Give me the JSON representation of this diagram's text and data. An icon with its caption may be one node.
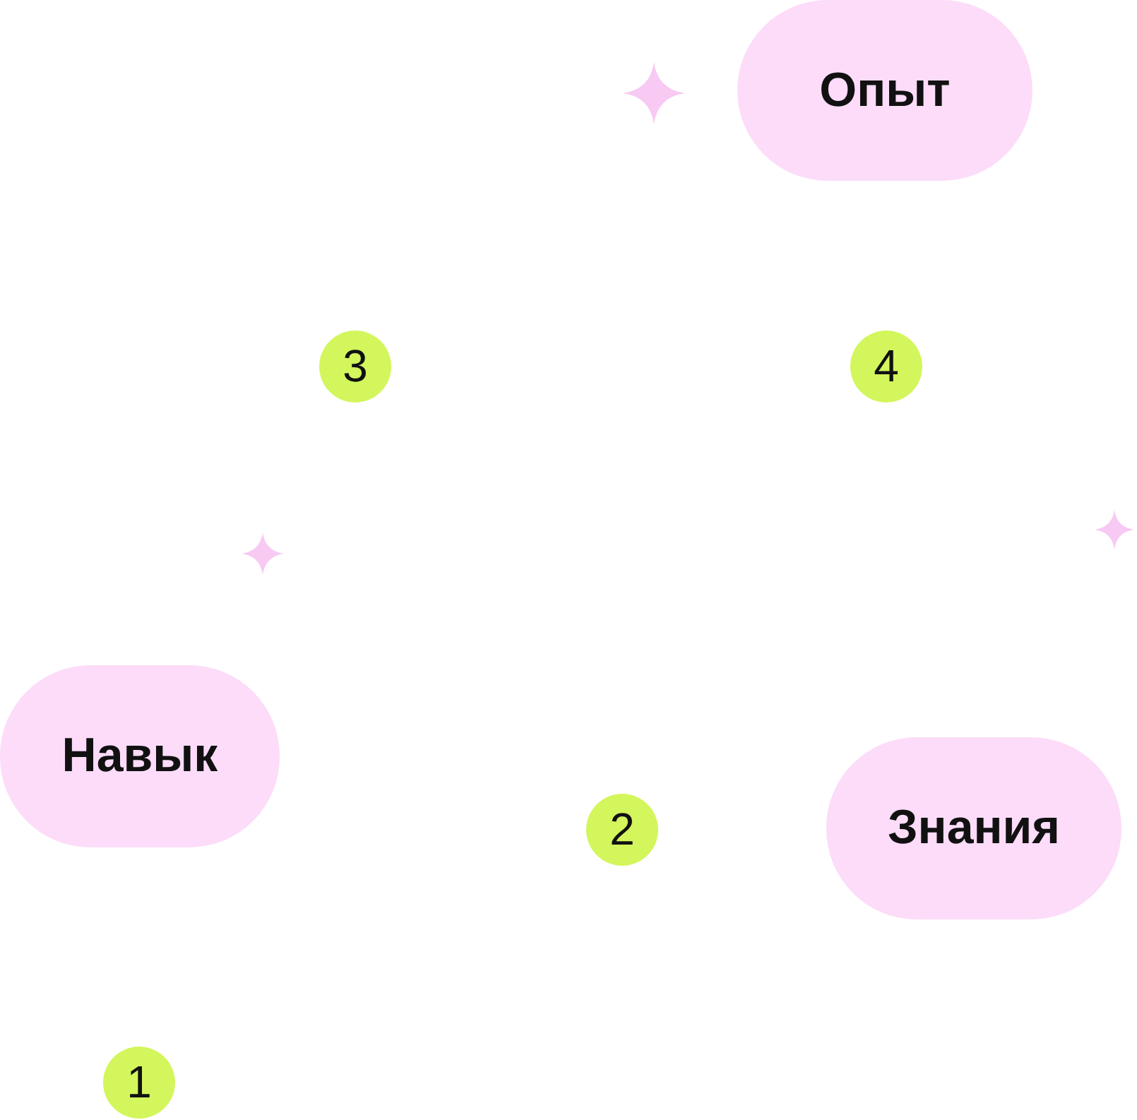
{
  "diagram": {
    "nodes": [
      {
        "text": [
          "Опыт"
        ]
      },
      {
        "text": [
          "3"
        ]
      },
      {
        "text": [
          "4"
        ]
      },
      {
        "text": [
          "Навык"
        ]
      },
      {
        "text": [
          "2"
        ]
      },
      {
        "text": [
          "Знания"
        ]
      },
      {
        "text": [
          "1"
        ]
      }
    ]
  }
}
